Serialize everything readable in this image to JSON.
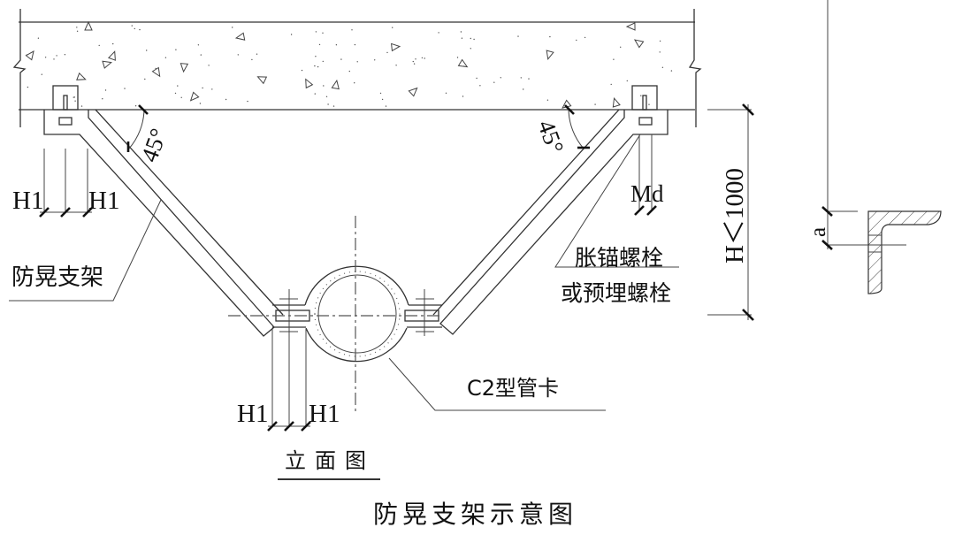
{
  "title": "防晃支架示意图",
  "view_label": "立面图",
  "labels": {
    "angle_left": "45°",
    "angle_right": "45°",
    "h1_top_left_a": "H1",
    "h1_top_left_b": "H1",
    "h1_bottom_a": "H1",
    "h1_bottom_b": "H1",
    "md": "Md",
    "bracket": "防晃支架",
    "anchor_line1": "胀锚螺栓",
    "anchor_line2": "或预埋螺栓",
    "clamp": "C2型管卡",
    "height_dim": "H＜1000",
    "angle_section_dim": "a"
  },
  "colors": {
    "line": "#333333",
    "text": "#111111",
    "background": "#ffffff"
  }
}
